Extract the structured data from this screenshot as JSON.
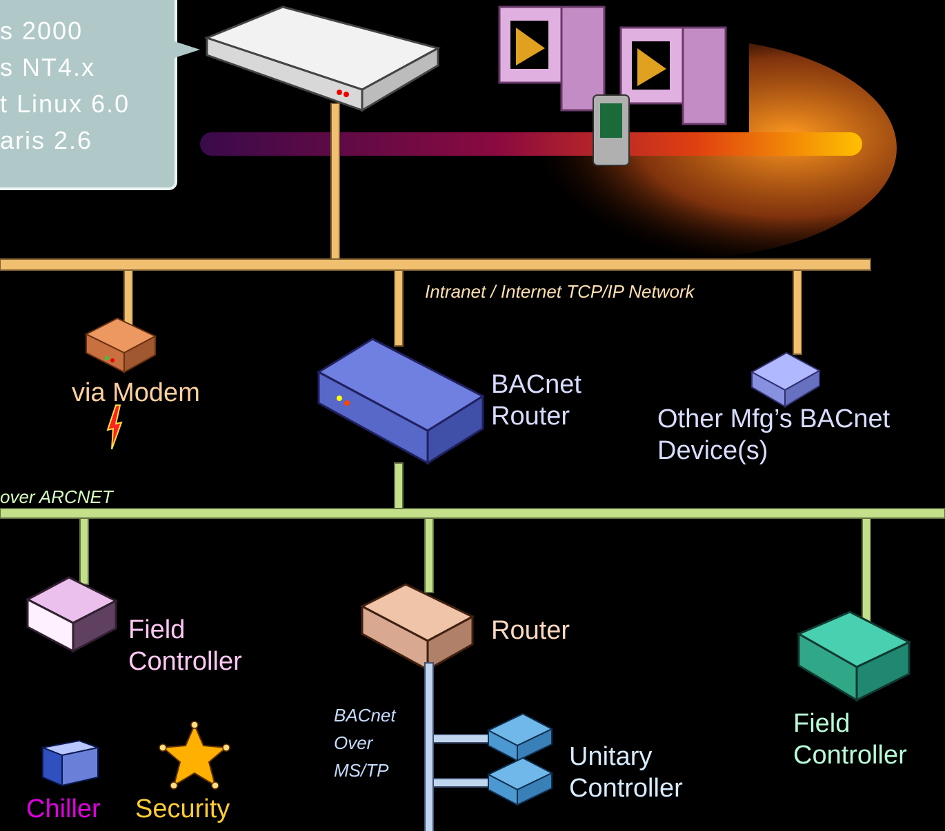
{
  "server_os_callout": {
    "lines": [
      "s 2000",
      "s NT4.x",
      "t Linux 6.0",
      "aris 2.6"
    ]
  },
  "networks": {
    "ip_network_label": "Intranet / Internet TCP/IP Network",
    "arcnet_label": "over ARCNET",
    "mstp_label_lines": [
      "BACnet",
      "Over",
      "MS/TP"
    ]
  },
  "devices": {
    "modem": "via Modem",
    "bacnet_router": [
      "BACnet",
      "Router"
    ],
    "other_device": [
      "Other Mfg’s BACnet",
      "Device(s)"
    ],
    "field_controller_left": [
      "Field",
      "Controller"
    ],
    "router": "Router",
    "field_controller_right": [
      "Field",
      "Controller"
    ],
    "unitary_controller": [
      "Unitary",
      "Controller"
    ],
    "chiller": "Chiller",
    "security": "Security"
  },
  "colors": {
    "ip_bus": "#f0c070",
    "arcnet_bus": "#c4e08a",
    "mstp_bus": "#c0d6ee",
    "label_white": "#ffffff",
    "label_peach": "#ffd0a0",
    "label_blue": "#d8dcff",
    "label_pink": "#ffc8f4",
    "label_green": "#b8ffd8",
    "label_magenta": "#e000e0",
    "label_gold": "#ffcc33"
  }
}
